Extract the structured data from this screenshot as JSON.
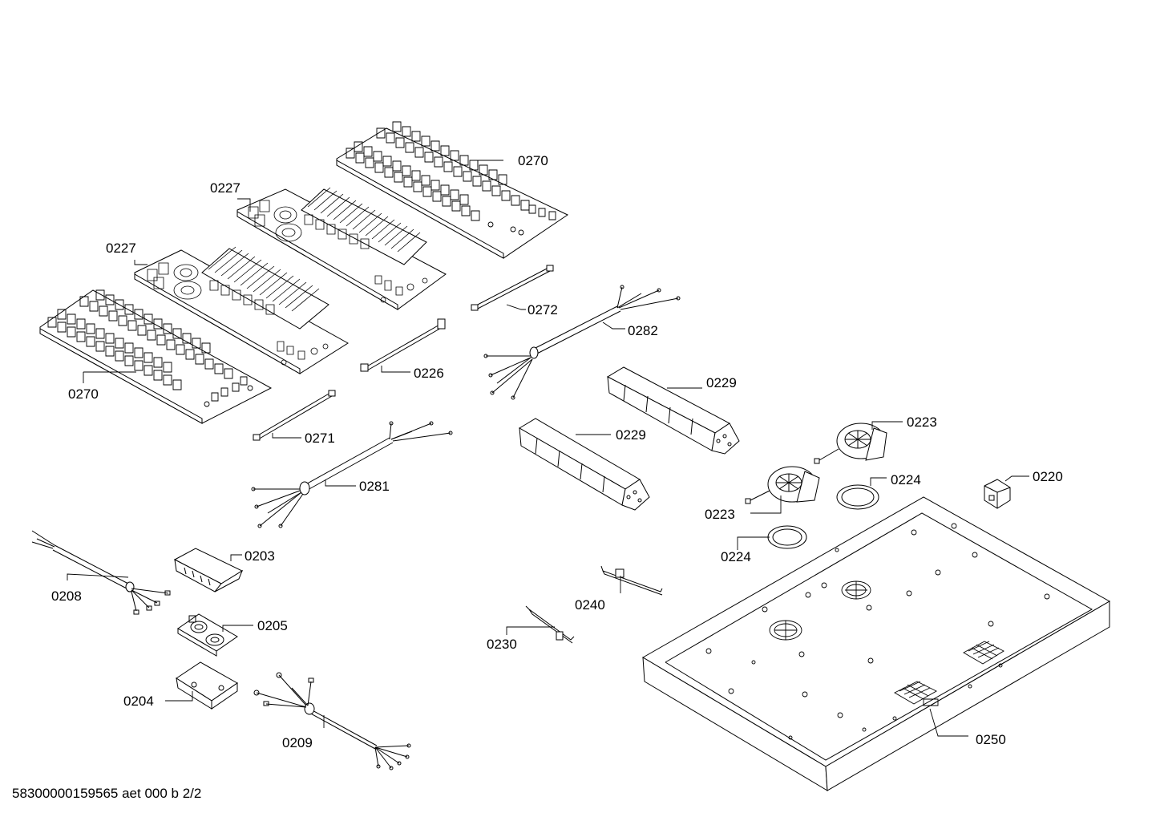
{
  "labels": {
    "l0270a": "0270",
    "l0227a": "0227",
    "l0227b": "0227",
    "l0270b": "0270",
    "l0272": "0272",
    "l0282": "0282",
    "l0226": "0226",
    "l0229a": "0229",
    "l0229b": "0229",
    "l0271": "0271",
    "l0223a": "0223",
    "l0223b": "0223",
    "l0224a": "0224",
    "l0224b": "0224",
    "l0220": "0220",
    "l0281": "0281",
    "l0203": "0203",
    "l0208": "0208",
    "l0205": "0205",
    "l0240": "0240",
    "l0230": "0230",
    "l0204": "0204",
    "l0209": "0209",
    "l0250": "0250"
  },
  "footer": "58300000159565 aet 000 b 2/2"
}
